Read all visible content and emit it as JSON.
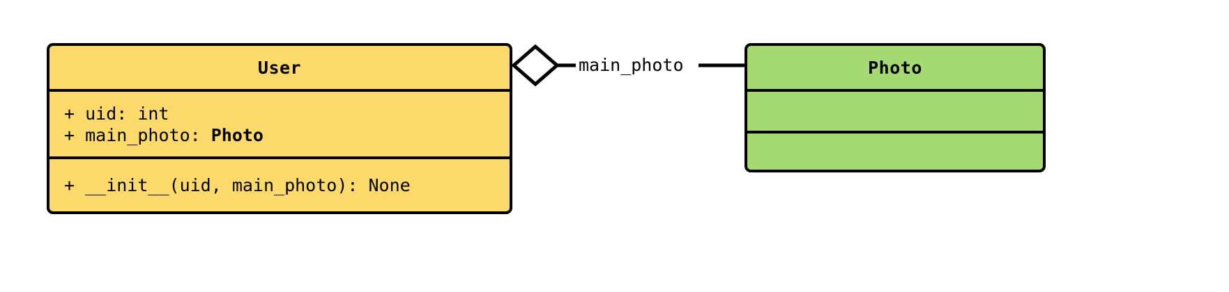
{
  "diagram": {
    "type": "uml-class-diagram",
    "background_color": "#ffffff"
  },
  "classes": [
    {
      "id": "user",
      "name": "User",
      "fill_color": "#FCD96B",
      "border_color": "#000000",
      "attributes": [
        {
          "visibility": "+",
          "text": "+ uid: int",
          "name": "uid",
          "type": "int",
          "type_is_bold": false
        },
        {
          "visibility": "+",
          "prefix": "+ main_photo: ",
          "type_bold": "Photo",
          "name": "main_photo",
          "type": "Photo",
          "type_is_bold": true
        }
      ],
      "methods": [
        {
          "visibility": "+",
          "text": "+ __init__(uid, main_photo): None",
          "name": "__init__",
          "params": "uid, main_photo",
          "returns": "None"
        }
      ]
    },
    {
      "id": "photo",
      "name": "Photo",
      "fill_color": "#A5D972",
      "border_color": "#000000",
      "attributes": [],
      "methods": []
    }
  ],
  "relationship": {
    "kind": "aggregation",
    "label": "main_photo",
    "source": "User",
    "target": "Photo",
    "diamond_fill": "#ffffff",
    "diamond_stroke": "#000000",
    "line_color": "#000000"
  }
}
